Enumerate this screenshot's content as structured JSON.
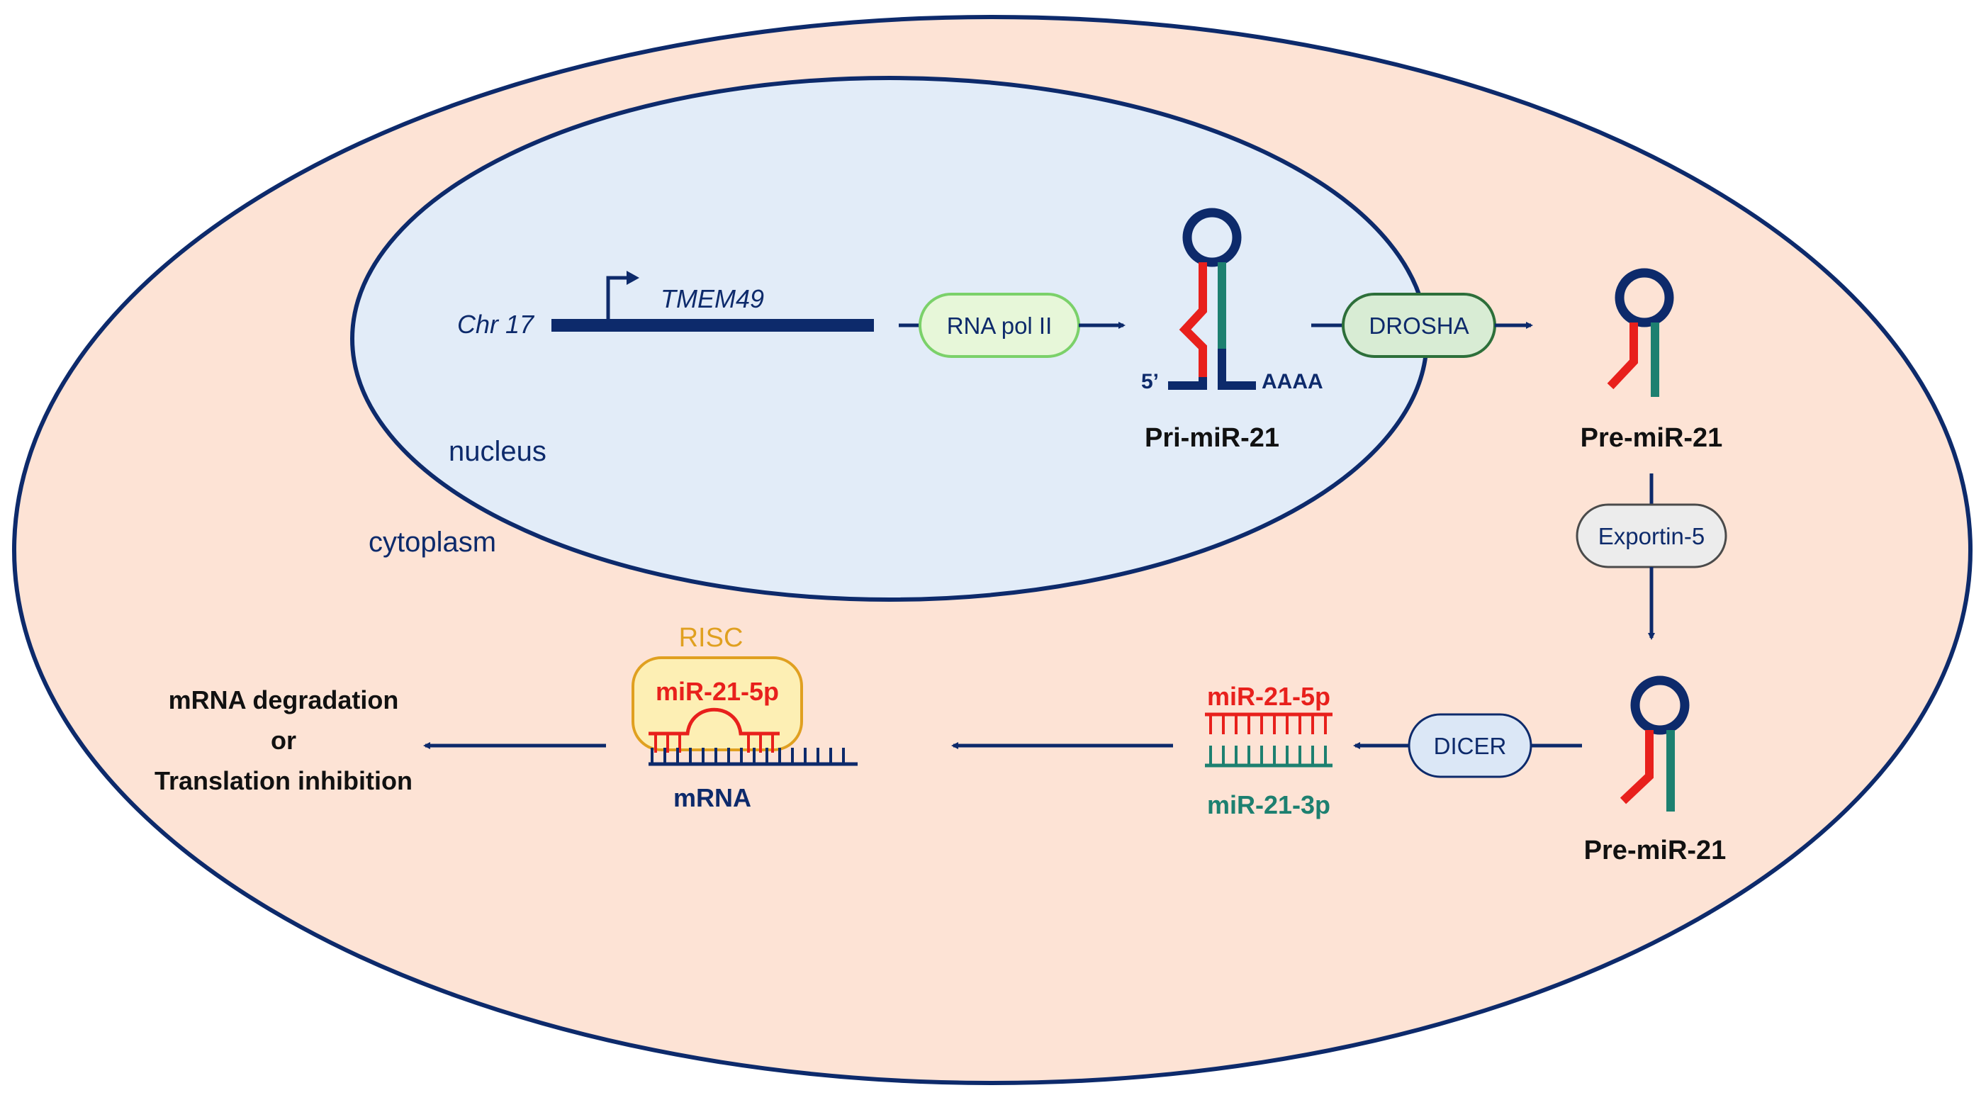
{
  "compartments": {
    "nucleus": "nucleus",
    "cytoplasm": "cytoplasm"
  },
  "gene": {
    "chromosome": "Chr 17",
    "gene_name": "TMEM49"
  },
  "enzymes": {
    "rna_pol": "RNA pol II",
    "drosha": "DROSHA",
    "exportin": "Exportin-5",
    "dicer": "DICER",
    "risc": "RISC"
  },
  "transcripts": {
    "pri_mir": "Pri-miR-21",
    "pri_5prime": "5’",
    "pri_polyA": "AAAA",
    "pre_mir_nucleus": "Pre-miR-21",
    "pre_mir_cytoplasm": "Pre-miR-21"
  },
  "duplex": {
    "strand_5p": "miR-21-5p",
    "strand_3p": "miR-21-3p"
  },
  "risc_complex": {
    "guide": "miR-21-5p",
    "target": "mRNA"
  },
  "outcome": {
    "line1": "mRNA degradation",
    "line2": "or",
    "line3": "Translation inhibition"
  },
  "colors": {
    "navy": "#0d2a6b",
    "red": "#e8201c",
    "teal": "#1d8070",
    "cytoplasm_fill": "#fde3d5",
    "nucleus_fill": "#e2ecf8",
    "risc_gold": "#e0a020",
    "risc_fill": "#fdefb4"
  }
}
